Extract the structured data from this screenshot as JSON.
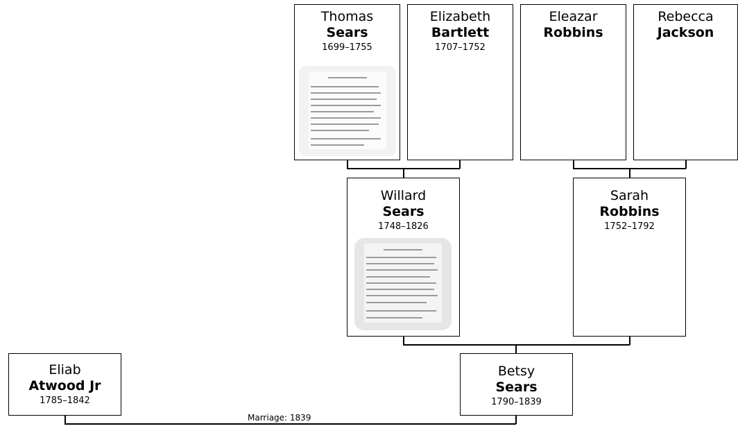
{
  "people": {
    "thomas": {
      "given": "Thomas",
      "surname": "Sears",
      "dates": "1699–1755"
    },
    "elizabeth": {
      "given": "Elizabeth",
      "surname": "Bartlett",
      "dates": "1707–1752"
    },
    "eleazar": {
      "given": "Eleazar",
      "surname": "Robbins",
      "dates": ""
    },
    "rebecca": {
      "given": "Rebecca",
      "surname": "Jackson",
      "dates": ""
    },
    "willard": {
      "given": "Willard",
      "surname": "Sears",
      "dates": "1748–1826"
    },
    "sarah": {
      "given": "Sarah",
      "surname": "Robbins",
      "dates": "1752–1792"
    },
    "eliab": {
      "given": "Eliab",
      "surname": "Atwood Jr",
      "dates": "1785–1842"
    },
    "betsy": {
      "given": "Betsy",
      "surname": "Sears",
      "dates": "1790–1839"
    }
  },
  "marriage_label": "Marriage: 1839"
}
